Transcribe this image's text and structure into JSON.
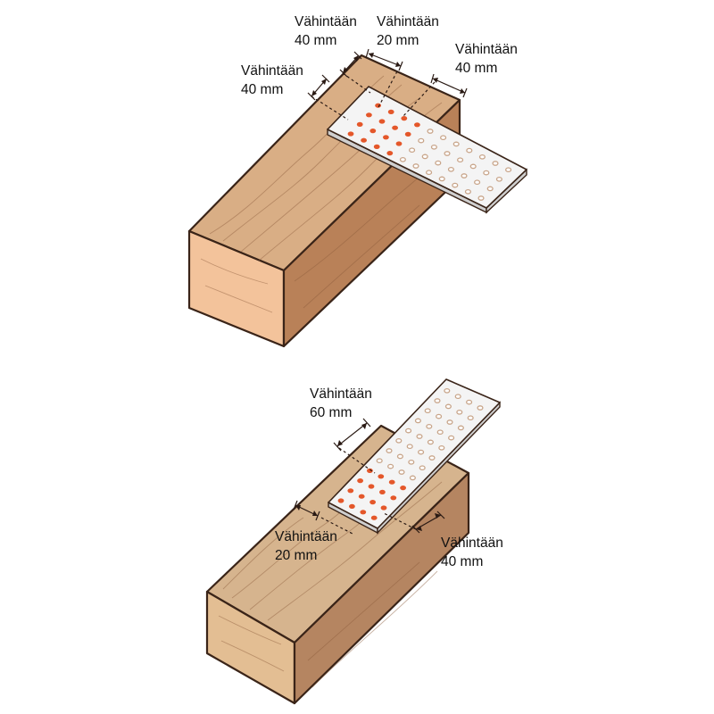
{
  "colors": {
    "wood_top": "#d9ae85",
    "wood_front": "#f3c39b",
    "wood_side": "#b98158",
    "wood_top_b": "#d6b48e",
    "wood_front_b": "#e3be93",
    "wood_side_b": "#b58561",
    "outline": "#3a2418",
    "plate": "#f4f4f4",
    "plate_edge": "#cfcfcf",
    "hole": "#c8a58a",
    "nail": "#e4572a",
    "dim": "#2a1a14"
  },
  "diagram1": {
    "dims": [
      {
        "line1": "Vähintään",
        "line2": "40 mm"
      },
      {
        "line1": "Vähintään",
        "line2": "20 mm"
      },
      {
        "line1": "Vähintään",
        "line2": "40 mm"
      },
      {
        "line1": "Vähintään",
        "line2": "40 mm"
      }
    ]
  },
  "diagram2": {
    "dims": [
      {
        "line1": "Vähintään",
        "line2": "60 mm"
      },
      {
        "line1": "Vähintään",
        "line2": "20 mm"
      },
      {
        "line1": "Vähintään",
        "line2": "40 mm"
      }
    ]
  }
}
